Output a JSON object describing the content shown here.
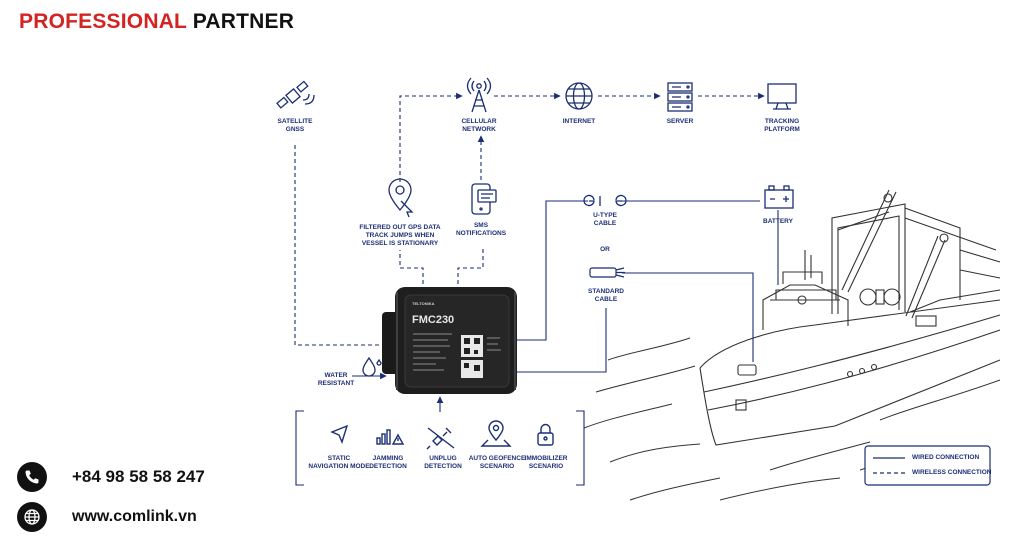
{
  "brand": {
    "accent": "PROFESSIONAL",
    "rest": "PARTNER"
  },
  "colors": {
    "brand_red": "#d42323",
    "diagram_blue": "#1b2e74",
    "black": "#111111"
  },
  "nodes": {
    "satellite": "SATELLITE\nGNSS",
    "cellular": "CELLULAR\nNETWORK",
    "internet": "INTERNET",
    "server": "SERVER",
    "tracking": "TRACKING\nPLATFORM",
    "gps_filter": "FILTERED OUT GPS DATA\nTRACK JUMPS WHEN\nVESSEL IS STATIONARY",
    "sms": "SMS\nNOTIFICATIONS",
    "utype": "U-TYPE\nCABLE",
    "or": "OR",
    "standard": "STANDARD\nCABLE",
    "battery": "BATTERY",
    "water": "WATER\nRESISTANT"
  },
  "device": {
    "model": "FMC230",
    "brand_text": "TELTONIKA"
  },
  "features": [
    {
      "label": "STATIC\nNAVIGATION MODE",
      "icon": "navigation-arrow-icon"
    },
    {
      "label": "JAMMING\nDETECTION",
      "icon": "signal-bars-warning-icon"
    },
    {
      "label": "UNPLUG\nDETECTION",
      "icon": "unplug-icon"
    },
    {
      "label": "AUTO GEOFENCE\nSCENARIO",
      "icon": "geofence-pin-icon"
    },
    {
      "label": "IMMOBILIZER\nSCENARIO",
      "icon": "lock-icon"
    }
  ],
  "legend": {
    "wired": "WIRED CONNECTION",
    "wireless": "WIRELESS CONNECTION"
  },
  "contact": {
    "phone": "+84 98 58 58 247",
    "website": "www.comlink.vn"
  }
}
